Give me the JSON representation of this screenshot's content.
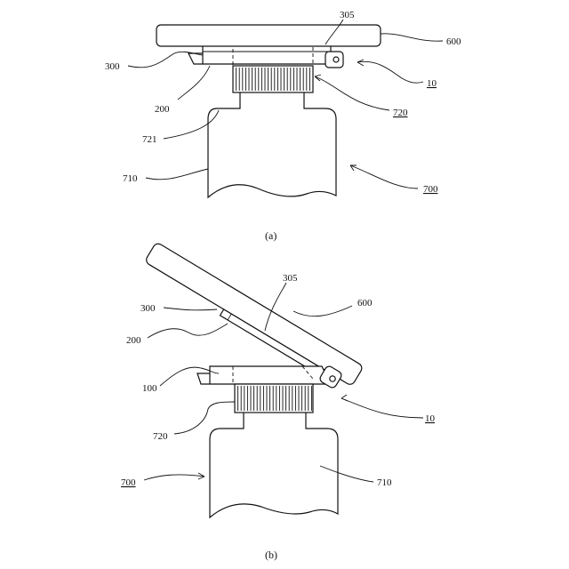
{
  "figure_a": {
    "caption": "(a)",
    "labels": {
      "l305": "305",
      "l600": "600",
      "l300": "300",
      "l10": "10",
      "l200": "200",
      "l720": "720",
      "l721": "721",
      "l710": "710",
      "l700": "700"
    }
  },
  "figure_b": {
    "caption": "(b)",
    "labels": {
      "l305": "305",
      "l300": "300",
      "l600": "600",
      "l200": "200",
      "l100": "100",
      "l10": "10",
      "l720": "720",
      "l700": "700",
      "l710": "710"
    }
  }
}
